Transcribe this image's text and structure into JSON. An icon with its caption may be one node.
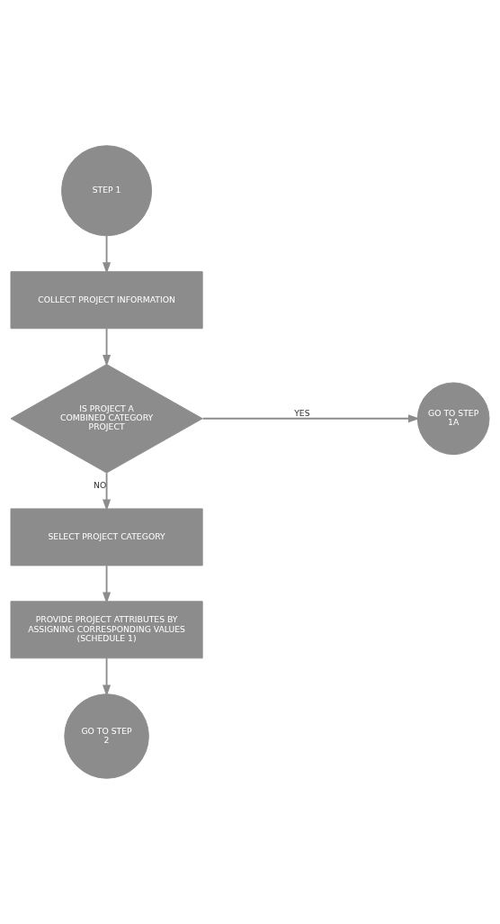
{
  "diagram": {
    "nodes": [
      {
        "text": [
          "STEP 1"
        ]
      },
      {
        "text": [
          "COLLECT PROJECT INFORMATION"
        ]
      },
      {
        "text": [
          "IS PROJECT A COMBINED CATEGORY PROJECT"
        ]
      },
      {
        "text": [
          "GO TO STEP 1A"
        ]
      },
      {
        "text": [
          "SELECT PROJECT CATEGORY"
        ]
      },
      {
        "text": [
          "PROVIDE PROJECT ATTRIBUTES BY ASSIGNING CORRESPONDING VALUES (SCHEDULE 1)"
        ]
      },
      {
        "text": [
          "GO TO STEP 2"
        ]
      }
    ],
    "edges": [
      {
        "from": 0,
        "to": 1,
        "arrow": "to"
      },
      {
        "from": 1,
        "to": 2,
        "arrow": "to"
      },
      {
        "from": 2,
        "to": 3,
        "arrow": "to",
        "label": "YES"
      },
      {
        "from": 2,
        "to": 4,
        "arrow": "to",
        "label": "NO"
      },
      {
        "from": 4,
        "to": 5,
        "arrow": "to"
      },
      {
        "from": 5,
        "to": 6,
        "arrow": "to"
      }
    ]
  }
}
